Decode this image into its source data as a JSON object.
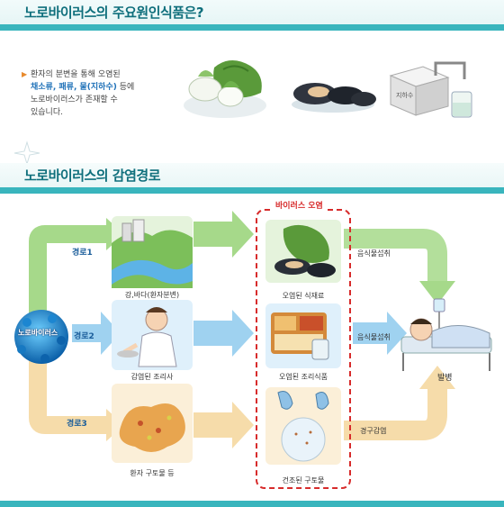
{
  "section1": {
    "title": "노로바이러스의 주요원인식품은?"
  },
  "intro": {
    "line1": "환자의 분변을 통해 오염된",
    "highlight": "채소류, 패류, 물(지하수)",
    "line2_rest": " 등에",
    "line3": "노로바이러스가 존재할 수",
    "line4": "있습니다."
  },
  "section2": {
    "title": "노로바이러스의 감염경로"
  },
  "virus": {
    "label": "노로바이러스"
  },
  "routes": [
    {
      "label": "경로1",
      "source": "강,바다(환자분변)"
    },
    {
      "label": "경로2",
      "source": "감염된 조리사"
    },
    {
      "label": "경로3",
      "source": "환자 구토물 등"
    }
  ],
  "contamination": {
    "title": "바이러스 오염",
    "items": [
      "오염된 식재료",
      "오염된 조리식품",
      "건조된 구토물"
    ]
  },
  "transmission": [
    "음식물섭취",
    "음식물섭취",
    "경구감염"
  ],
  "result": {
    "label": "발병"
  },
  "water_label": "지하수",
  "colors": {
    "teal": "#39b5bd",
    "red": "#d72b2b",
    "green": "#a6d98a",
    "blue": "#9fd2f0",
    "beige": "#f6dcaa"
  }
}
